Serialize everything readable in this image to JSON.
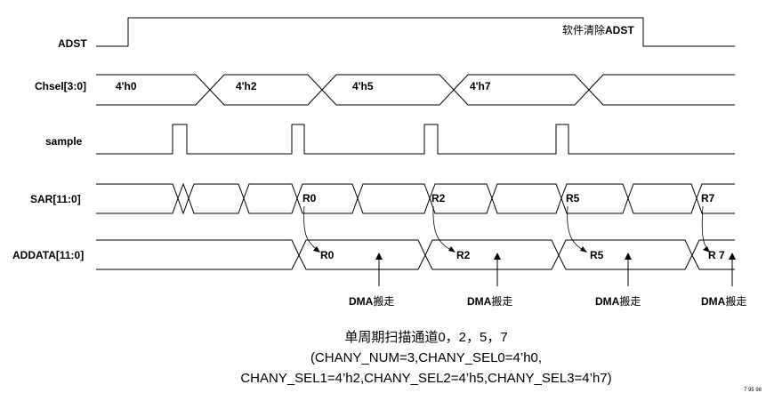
{
  "signals": [
    {
      "id": "adst",
      "label": "ADST"
    },
    {
      "id": "chsel",
      "label": "Chsel[3:0]"
    },
    {
      "id": "sample",
      "label": "sample"
    },
    {
      "id": "sar",
      "label": "SAR[11:0]"
    },
    {
      "id": "addata",
      "label": "ADDATA[11:0]"
    }
  ],
  "chsel_values": [
    "4'h0",
    "4'h2",
    "4'h5",
    "4'h7"
  ],
  "sar_values": [
    "R0",
    "R2",
    "R5",
    "R7"
  ],
  "addata_values": [
    "R0",
    "R2",
    "R5",
    "R 7"
  ],
  "adst_note": {
    "prefix": "软件清除",
    "suffix": "ADST"
  },
  "dma_labels": [
    {
      "prefix": "DMA",
      "suffix": "搬走"
    },
    {
      "prefix": "DMA",
      "suffix": "搬走"
    },
    {
      "prefix": "DMA",
      "suffix": "搬走"
    },
    {
      "prefix": "DMA",
      "suffix": "搬走"
    }
  ],
  "caption": [
    "单周期扫描通道0，2，5，7",
    "(CHANY_NUM=3,CHANY_SEL0=4’h0,",
    "CHANY_SEL1=4’h2,CHANY_SEL2=4’h5,CHANY_SEL3=4’h7)"
  ],
  "footnote": "7 95 98"
}
